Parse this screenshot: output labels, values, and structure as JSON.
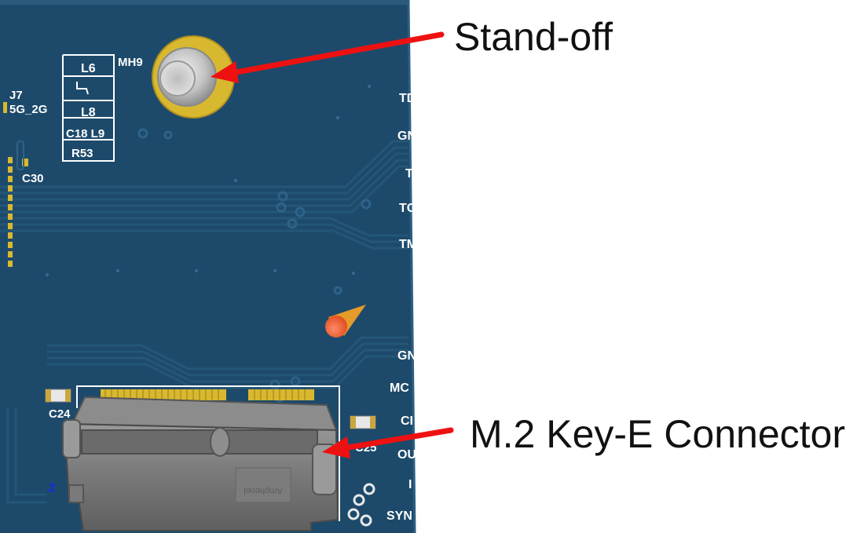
{
  "annotations": {
    "standoff": "Stand-off",
    "connector": "M.2 Key-E Connector"
  },
  "pcb": {
    "silkscreen": {
      "l6": "L6",
      "mh9": "MH9",
      "j7": "J7",
      "band": "5G_2G",
      "l8": "L8",
      "c18_l9": "C18 L9",
      "r53": "R53",
      "c30": "C30",
      "c24": "C24",
      "c25": "C25",
      "z_axis": "Z"
    },
    "edge_labels": [
      "TD",
      "GN",
      "T",
      "TC",
      "TM",
      "GN",
      "MC",
      "CI",
      "OU",
      "I",
      "SYN"
    ],
    "connector_marking": "Amphenol"
  },
  "colors": {
    "board": "#1d4a6b",
    "trace": "#245677",
    "pad_gold": "#d8b82e",
    "silkscreen": "#ffffff",
    "arrow": "#ee1111",
    "standoff_metal": "#c8c8c8",
    "connector_body": "#7a7a7a"
  }
}
